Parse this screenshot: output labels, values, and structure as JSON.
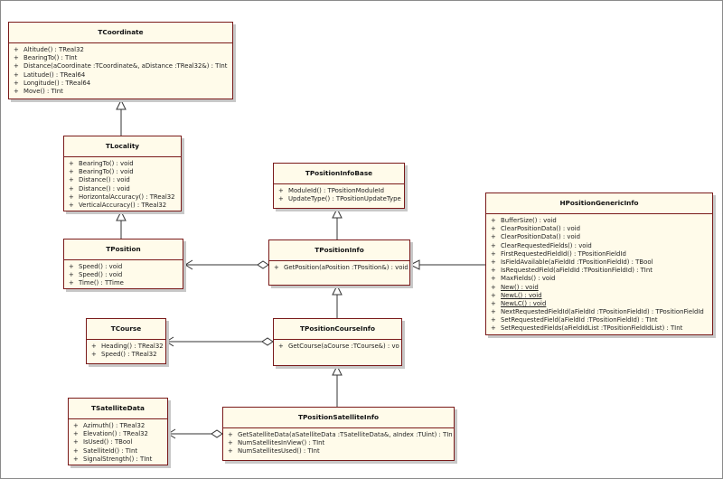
{
  "classes": {
    "tcoordinate": {
      "name": "TCoordinate",
      "ops": [
        "Altitude() : TReal32",
        "BearingTo() : TInt",
        "Distance(aCoordinate :TCoordinate&, aDistance :TReal32&) : TInt",
        "Latitude() : TReal64",
        "Longitude() : TReal64",
        "Move() : TInt"
      ]
    },
    "tlocality": {
      "name": "TLocality",
      "ops": [
        "BearingTo() : void",
        "BearingTo() : void",
        "Distance() : void",
        "Distance() : void",
        "HorizontalAccuracy() : TReal32",
        "VerticalAccuracy() : TReal32"
      ]
    },
    "tposition": {
      "name": "TPosition",
      "ops": [
        "Speed() : void",
        "Speed() : void",
        "Time() : TTime"
      ]
    },
    "tpositioninfobase": {
      "name": "TPositionInfoBase",
      "ops": [
        "ModuleId() : TPositionModuleId",
        "UpdateType() : TPositionUpdateType"
      ]
    },
    "tpositioninfo": {
      "name": "TPositionInfo",
      "ops": [
        "GetPosition(aPosition :TPosition&) : void"
      ]
    },
    "hpositiongenericinfo": {
      "name": "HPositionGenericInfo",
      "ops": [
        "BufferSize() : void",
        "ClearPositionData() : void",
        "ClearPositionData() : void",
        "ClearRequestedFields() : void",
        "FirstRequestedFieldId() : TPositionFieldId",
        "IsFieldAvailable(aFieldId :TPositionFieldId) : TBool",
        "IsRequestedField(aFieldId :TPositionFieldId) : TInt",
        "MaxFields() : void",
        "New() : void",
        "NewL() : void",
        "NewLC() : void",
        "NextRequestedFieldId(aFieldId :TPositionFieldId) : TPositionFieldId",
        "SetRequestedField(aFieldId :TPositionFieldId) : TInt",
        "SetRequestedFields(aFieldIdList :TPositionFieldIdList) : TInt"
      ]
    },
    "tcourse": {
      "name": "TCourse",
      "ops": [
        "Heading() : TReal32",
        "Speed() : TReal32"
      ]
    },
    "tpositioncourseinfo": {
      "name": "TPositionCourseInfo",
      "ops": [
        "GetCourse(aCourse :TCourse&) : void"
      ]
    },
    "tsatellitedata": {
      "name": "TSatelliteData",
      "ops": [
        "Azimuth() : TReal32",
        "Elevation() : TReal32",
        "IsUsed() : TBool",
        "SatelliteId() : TInt",
        "SignalStrength() : TInt"
      ]
    },
    "tpositionsatelliteinfo": {
      "name": "TPositionSatelliteInfo",
      "ops": [
        "GetSatelliteData(aSatelliteData :TSatelliteData&, aIndex :TUint) : TInt",
        "NumSatellitesInView() : TInt",
        "NumSatellitesUsed() : TInt"
      ]
    }
  },
  "visibility_symbol": "+",
  "colors": {
    "box_fill": "#fffbea",
    "box_border": "#7a1a1a",
    "line": "#333333"
  }
}
